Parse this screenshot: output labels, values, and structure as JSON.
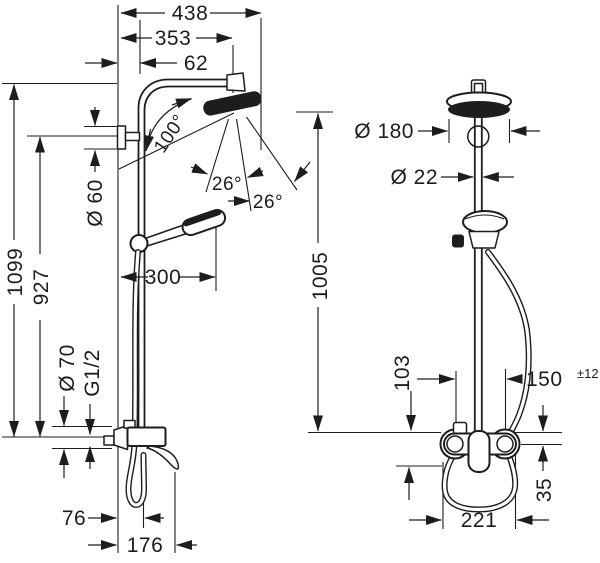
{
  "drawing": {
    "background": "#ffffff",
    "line_color": "#1d1d1b"
  },
  "side_view": {
    "dims": {
      "total_reach": "438",
      "head_reach": "353",
      "wall_to_riser": "62",
      "total_height": "1099",
      "bracket_height": "927",
      "bracket_diameter": "Ø 60",
      "head_tilt_angle": "100°",
      "spray_angle_inner": "26°",
      "spray_angle_outer": "26°",
      "handshower_reach": "300",
      "escutcheon_diameter": "Ø 70",
      "connection_thread": "G1/2",
      "hose_clearance": "76",
      "lever_reach": "176"
    }
  },
  "front_view": {
    "dims": {
      "head_diameter": "Ø 180",
      "riser_diameter": "Ø 22",
      "riser_height": "1005",
      "mixer_height": "103",
      "connection_spread": "150",
      "connection_tolerance": "±12",
      "connection_drop": "35",
      "hose_loop_width": "221"
    }
  }
}
